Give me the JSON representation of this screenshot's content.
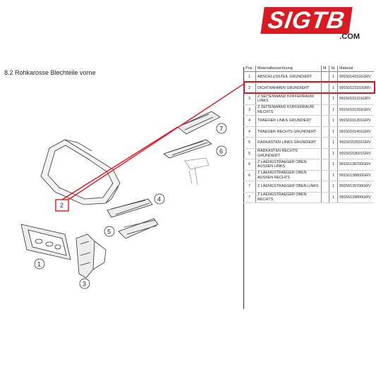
{
  "brand": {
    "name": "SIGTB",
    "domain": ".COM",
    "accent": "#d91c24"
  },
  "section": {
    "title": "8.2  Rohkarosse Blechteile vorne"
  },
  "highlight": {
    "color": "#e0141e",
    "callout": "2"
  },
  "diagram_callouts": [
    "1",
    "2",
    "3",
    "4",
    "5",
    "6",
    "7"
  ],
  "table": {
    "headers": [
      "Pos.",
      "Materialbezeichnung",
      "M",
      "St.",
      "Material"
    ],
    "rows": [
      {
        "pos": "1",
        "desc": "ABSCHLUSSTEIL GRUNDIERT",
        "me": "",
        "qty": "1",
        "material": "99150143101GRV"
      },
      {
        "pos": "2",
        "desc": "DICHTRAHMEN GRUNDIERT",
        "me": "",
        "qty": "1",
        "material": "99150123102GRV"
      },
      {
        "pos": "3",
        "desc": "Z SEITENWAND KOFFERRAUM LINKS",
        "me": "",
        "qty": "1",
        "material": "99150191101GRV"
      },
      {
        "pos": "3",
        "desc": "Z SEITENWAND KOFFERRAUM RECHTS",
        "me": "",
        "qty": "1",
        "material": "99150191201GRV"
      },
      {
        "pos": "4",
        "desc": "TRAEGER LINKS GRUNDIERT",
        "me": "",
        "qty": "1",
        "material": "99150191301GRV"
      },
      {
        "pos": "4",
        "desc": "TRAEGER RECHTS GRUNDIERT",
        "me": "",
        "qty": "1",
        "material": "99150191401GRV"
      },
      {
        "pos": "5",
        "desc": "RADKASTEN LINKS GRUNDIERT",
        "me": "",
        "qty": "1",
        "material": "99150153501GRV"
      },
      {
        "pos": "5",
        "desc": "RADKASTEN RECHTS GRUNDIERT",
        "me": "",
        "qty": "1",
        "material": "99150153601GRV"
      },
      {
        "pos": "6",
        "desc": "Z LAENGSTRAEGER OBEN AUSSEN LINKS",
        "me": "",
        "qty": "1",
        "material": "99150138700GRV"
      },
      {
        "pos": "6",
        "desc": "Z LAENGSTRAEGER OBEN AUSSEN RECHTS",
        "me": "",
        "qty": "1",
        "material": "99150138800GRV"
      },
      {
        "pos": "7",
        "desc": "Z LAENGSTRAEGER OBEN LINKS",
        "me": "",
        "qty": "1",
        "material": "99150139700GRV"
      },
      {
        "pos": "7",
        "desc": "Z LAENGSTRAEGER OBEN RECHTS",
        "me": "",
        "qty": "1",
        "material": "99150139800GRV"
      }
    ]
  }
}
